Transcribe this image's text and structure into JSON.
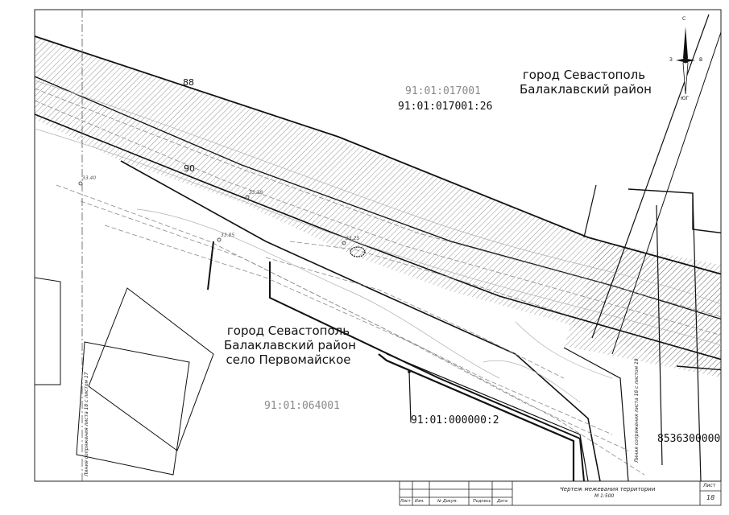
{
  "places": {
    "sevastopol_ne": {
      "line1": "город Севастополь",
      "line2": "Балаклавский район"
    },
    "sevastopol_center": {
      "line1": "город Севастополь",
      "line2": "Балаклавский район",
      "line3": "село Первомайское"
    }
  },
  "cadastral": {
    "block_north": "91:01:017001",
    "parcel_north": "91:01:017001:26",
    "block_south": "91:01:064001",
    "parcel_road": "91:01:000000:2",
    "parcel_east": "8536300000"
  },
  "contours": {
    "c88": "88",
    "c90": "90"
  },
  "elevations": {
    "e1": "33.40",
    "e2": "33.38",
    "e3": "33.85",
    "e4": "33.25"
  },
  "compass": {
    "north": "С",
    "south": "ЮГ",
    "west": "З",
    "east": "В"
  },
  "vertical_notes": {
    "left": "Линия сопряжения листа 18 с листом 17",
    "right": "Линия сопряжения листа 18 с листом 19"
  },
  "title_block": {
    "title_line1": "Чертеж межевания территории",
    "title_line2": "М 1:500",
    "sheet_label": "Лист",
    "sheet_number": "18",
    "columns": [
      "Лист",
      "Изм.",
      "№ Докум.",
      "Подпись",
      "Дата"
    ]
  },
  "colors": {
    "line": "#111111",
    "hatch": "#555555",
    "gray": "#8a8a8a"
  }
}
